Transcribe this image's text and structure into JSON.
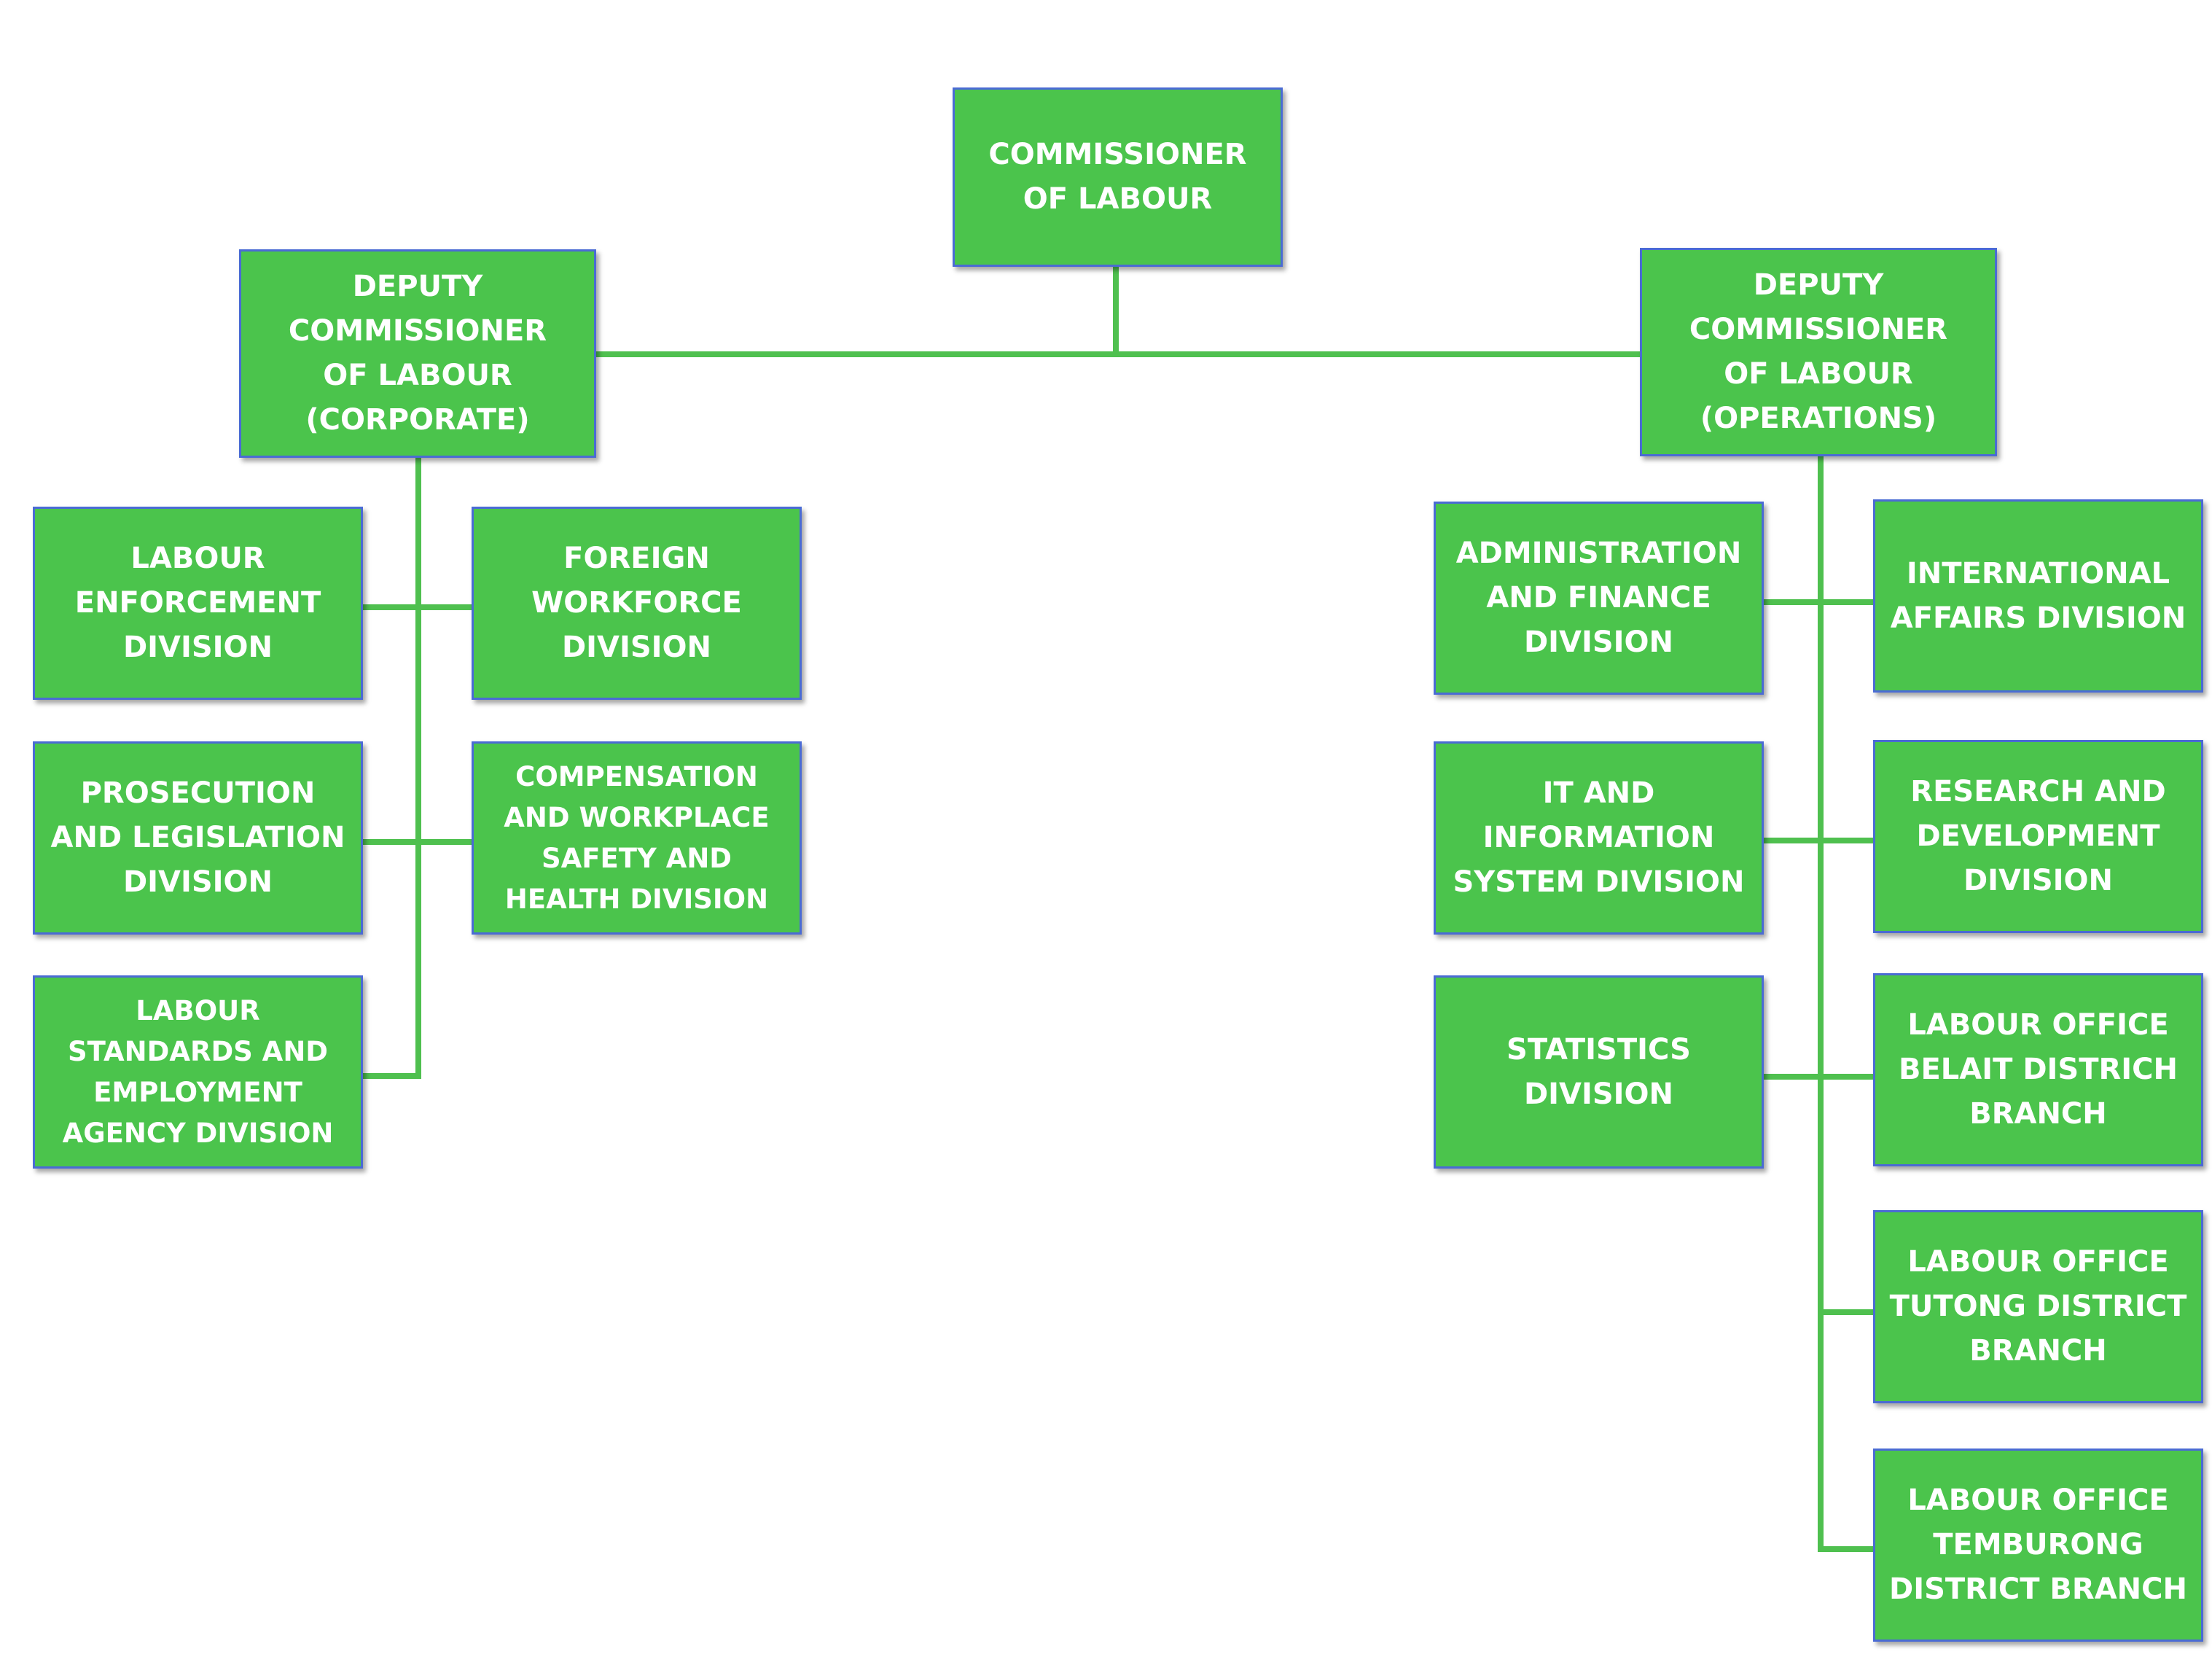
{
  "org_chart": {
    "root": {
      "label": "COMMISSIONER\nOF LABOUR"
    },
    "corporate": {
      "head": "DEPUTY\nCOMMISSIONER\nOF LABOUR\n(CORPORATE)",
      "divisions": {
        "labour_enforcement": "LABOUR\nENFORCEMENT\nDIVISION",
        "foreign_workforce": "FOREIGN\nWORKFORCE\nDIVISION",
        "prosecution": "PROSECUTION\nAND LEGISLATION\nDIVISION",
        "compensation": "COMPENSATION\nAND WORKPLACE\nSAFETY AND\nHEALTH DIVISION",
        "labour_standards": "LABOUR\nSTANDARDS AND\nEMPLOYMENT\nAGENCY DIVISION"
      }
    },
    "operations": {
      "head": "DEPUTY\nCOMMISSIONER\nOF LABOUR\n(OPERATIONS)",
      "divisions": {
        "admin_finance": "ADMINISTRATION\nAND FINANCE\nDIVISION",
        "international": "INTERNATIONAL\nAFFAIRS DIVISION",
        "it": "IT AND\nINFORMATION\nSYSTEM DIVISION",
        "research": "RESEARCH AND\nDEVELOPMENT\nDIVISION",
        "statistics": "STATISTICS\nDIVISION",
        "belait": "LABOUR OFFICE\nBELAIT DISTRICH\nBRANCH",
        "tutong": "LABOUR OFFICE\nTUTONG DISTRICT\nBRANCH",
        "temburong": "LABOUR OFFICE\nTEMBURONG\nDISTRICT BRANCH"
      }
    }
  },
  "colors": {
    "box_fill": "#4bc44c",
    "box_border": "#4a6bd4",
    "connector": "#4fc04f",
    "text": "#ffffff"
  }
}
